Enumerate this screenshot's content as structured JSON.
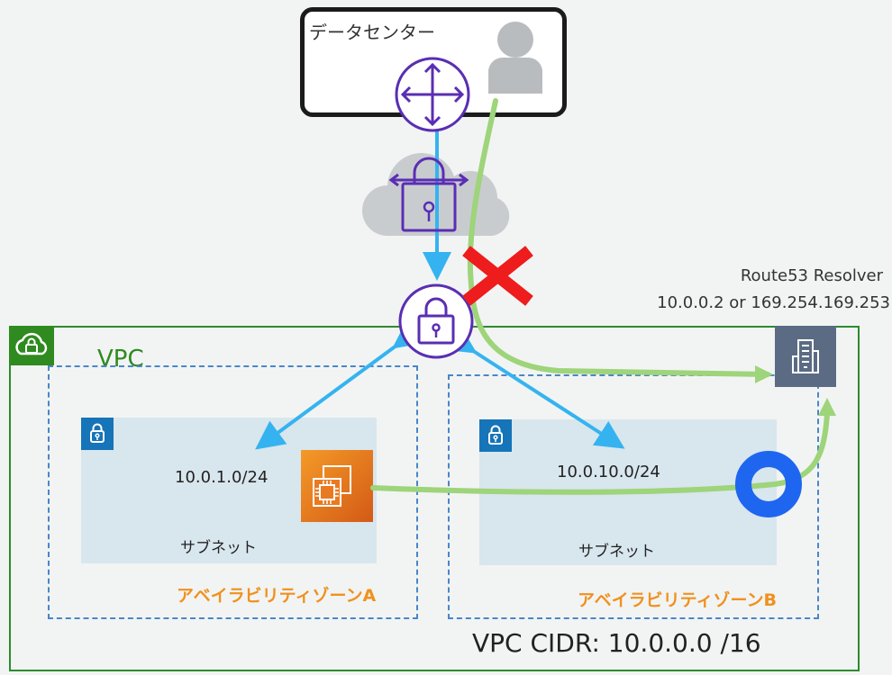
{
  "datacenter": {
    "label": "データセンター"
  },
  "vpc": {
    "label": "VPC",
    "cidr_text": "VPC CIDR: 10.0.0.0 /16"
  },
  "route53": {
    "name": "Route53 Resolver",
    "ip": "10.0.0.2 or 169.254.169.253"
  },
  "az_a": {
    "label": "アベイラビリティゾーン",
    "suffix": "A",
    "subnet_label": "サブネット",
    "subnet_cidr": "10.0.1.0/24"
  },
  "az_b": {
    "label": "アベイラビリティゾーン",
    "suffix": "B",
    "subnet_label": "サブネット",
    "subnet_cidr": "10.0.10.0/24"
  },
  "icons": [
    "router-icon",
    "user-icon",
    "vpn-cloud-icon",
    "vpn-gateway-icon",
    "vpc-cloud-icon",
    "subnet-lock-icon",
    "ec2-instance-icon",
    "resolver-building-icon",
    "resolver-endpoint-ring-icon",
    "blocked-cross-icon"
  ],
  "colors": {
    "datacenter_border": "#1b1b1b",
    "vpc_green": "#2f8a1f",
    "az_dashed": "#4a86c8",
    "subnet_fill": "#d8e6ee",
    "subnet_lock": "#1674b8",
    "az_label": "#f0911f",
    "gateway_purple": "#5a2eb3",
    "blue_arrow": "#35b3f0",
    "green_path": "#9ed47a",
    "blocked_red": "#ee1c1c",
    "ec2_orange": "#e8741e",
    "resolver_slate": "#5b6b84",
    "endpoint_ring": "#1e66f0"
  }
}
